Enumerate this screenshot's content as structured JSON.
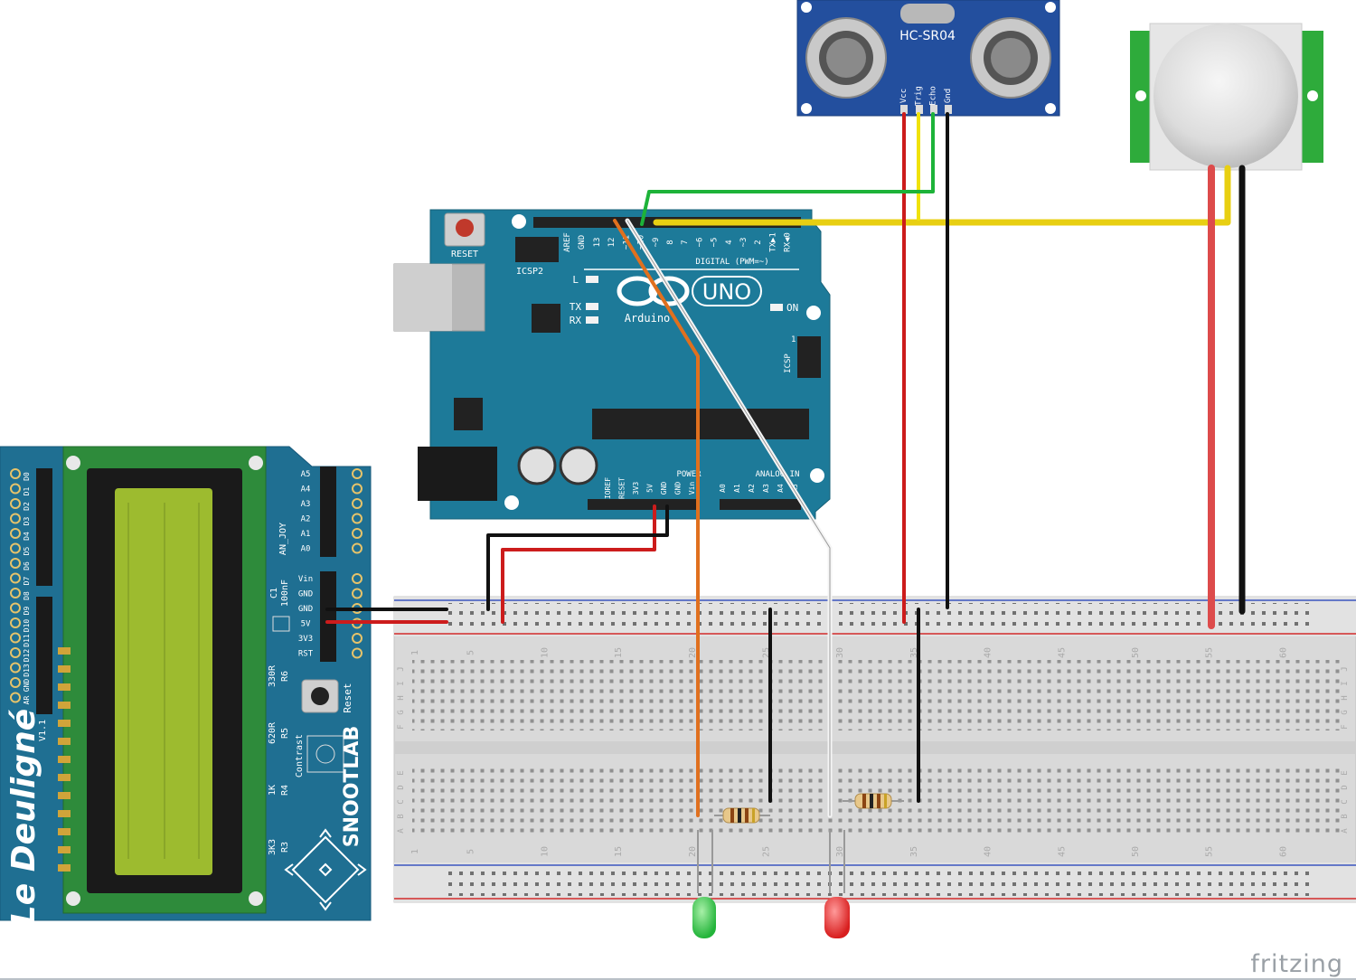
{
  "sensor": {
    "model": "HC-SR04",
    "pins": [
      "Vcc",
      "Trig",
      "Echo",
      "Gnd"
    ]
  },
  "arduino": {
    "reset_label": "RESET",
    "icsp2_label": "ICSP2",
    "icsp_label": "ICSP",
    "aref": "AREF",
    "gnd": "GND",
    "digital_pins": [
      "13",
      "12",
      "~11",
      "~10",
      "~9",
      "8",
      "7",
      "~6",
      "~5",
      "4",
      "~3",
      "2",
      "TX▶1",
      "RX◀0"
    ],
    "digital_label": "DIGITAL (PWM=~)",
    "led_l": "L",
    "led_tx": "TX",
    "led_rx": "RX",
    "brand": "UNO",
    "maker": "Arduino",
    "on_label": "ON",
    "power_label": "POWER",
    "analog_label": "ANALOG IN",
    "power_pins": [
      "IOREF",
      "RESET",
      "3V3",
      "5V",
      "GND",
      "GND",
      "Vin"
    ],
    "analog_pins": [
      "A0",
      "A1",
      "A2",
      "A3",
      "A4",
      "A5"
    ],
    "icsp_one": "1"
  },
  "lcd_shield": {
    "brand_vertical": "Le Deuligné",
    "snootlab": "SNOOTLAB",
    "version": "V1.1",
    "left_pins": [
      "D0",
      "D1",
      "D2",
      "D3",
      "D4",
      "D5",
      "D6",
      "D7",
      "D8",
      "D9",
      "D10",
      "D11",
      "D12",
      "D13",
      "GND",
      "AR"
    ],
    "analog_pins": [
      "A5",
      "A4",
      "A3",
      "A2",
      "A1",
      "A0"
    ],
    "an_joy": "AN_JOY",
    "power_pins": [
      "Vin",
      "GND",
      "GND",
      "5V",
      "3V3",
      "RST"
    ],
    "cap": "C1",
    "cap_value": "100nF",
    "reset": "Reset",
    "contrast": "Contrast",
    "resistors": [
      {
        "ref": "R6",
        "value": "330R"
      },
      {
        "ref": "R5",
        "value": "620R"
      },
      {
        "ref": "R4",
        "value": "1K"
      },
      {
        "ref": "R3",
        "value": "3K3"
      }
    ]
  },
  "breadboard": {
    "column_numbers": [
      "1",
      "5",
      "10",
      "15",
      "20",
      "25",
      "30",
      "35",
      "40",
      "45",
      "50",
      "55",
      "60"
    ],
    "row_letters_top": [
      "J",
      "I",
      "H",
      "G",
      "F"
    ],
    "row_letters_bottom": [
      "E",
      "D",
      "C",
      "B",
      "A"
    ]
  },
  "colors": {
    "board_blue": "#1d7a99",
    "shield_blue": "#1e6e8f",
    "sensor_blue": "#234f9e",
    "breadboard": "#d8d8d8",
    "lcd_green": "#9dbb2f",
    "wire_red": "#d92020",
    "wire_black": "#202020",
    "wire_yellow": "#f0d30c",
    "wire_green": "#20b040",
    "wire_orange": "#e0701e",
    "wire_white": "#f5f5f5"
  },
  "watermark": "fritzing"
}
